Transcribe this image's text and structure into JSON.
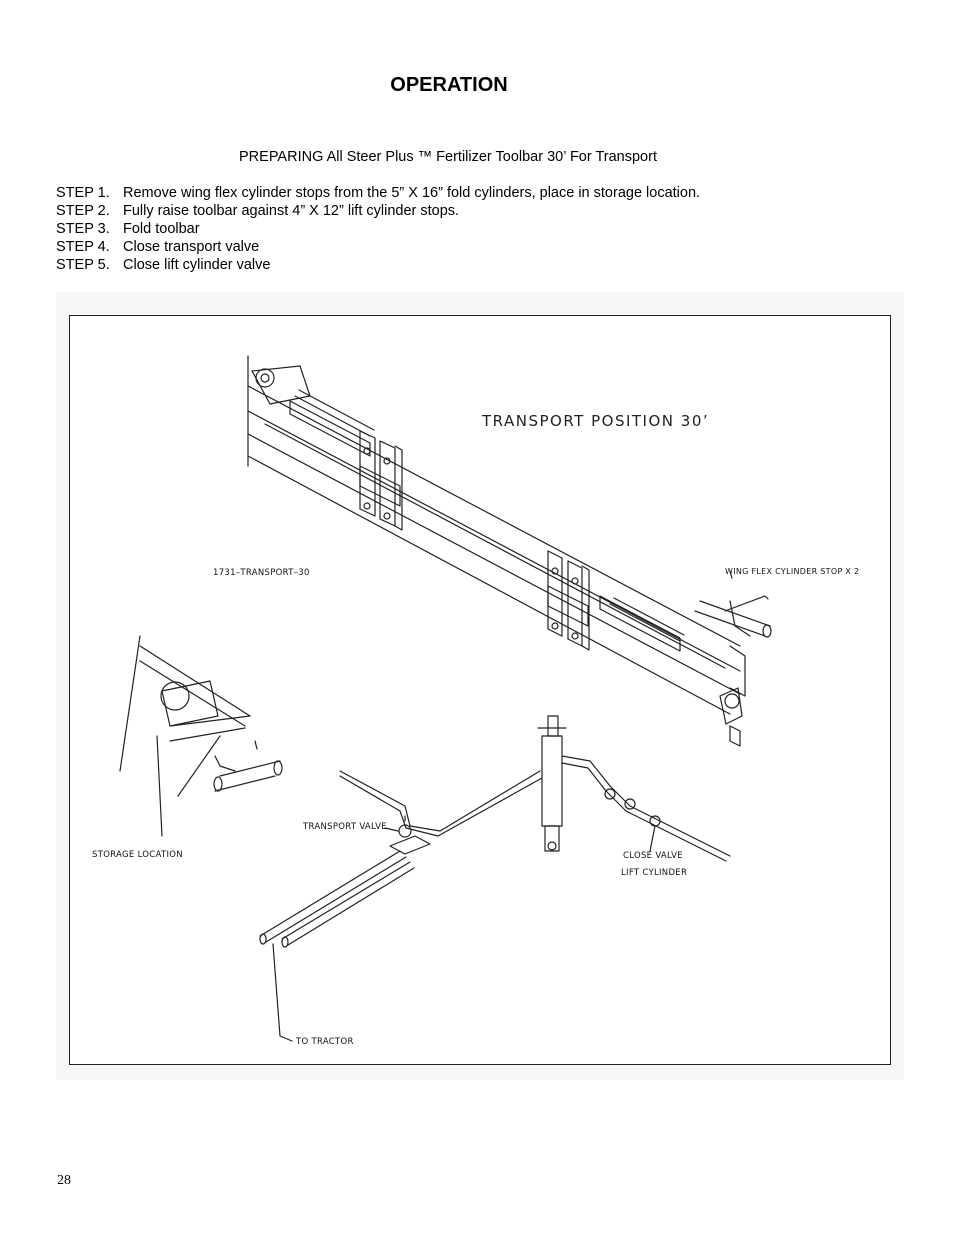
{
  "heading": "OPERATION",
  "subtitle": "PREPARING All Steer Plus ™ Fertilizer Toolbar 30’ For Transport",
  "steps": [
    {
      "num": "STEP 1.",
      "text": "Remove wing flex cylinder stops from the 5” X 16” fold cylinders, place in storage location."
    },
    {
      "num": "STEP 2.",
      "text": "Fully raise toolbar against 4” X 12” lift cylinder stops."
    },
    {
      "num": "STEP 3.",
      "text": "Fold toolbar"
    },
    {
      "num": "STEP 4.",
      "text": "Close transport valve"
    },
    {
      "num": "STEP 5.",
      "text": "Close lift cylinder valve"
    }
  ],
  "figure": {
    "title": "TRANSPORT POSITION 30’",
    "drawing_id": "1731–TRANSPORT–30",
    "labels": {
      "wing_flex_stop": "WING FLEX CYLINDER STOP X 2",
      "storage_location": "STORAGE LOCATION",
      "transport_valve": "TRANSPORT VALVE",
      "close_valve": "CLOSE VALVE",
      "lift_cylinder": "LIFT CYLINDER",
      "to_tractor": "TO TRACTOR"
    }
  },
  "page_number": "28"
}
